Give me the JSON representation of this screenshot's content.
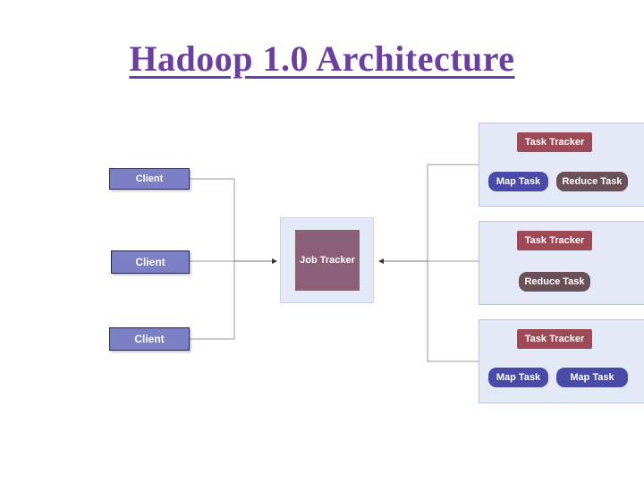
{
  "slide": {
    "title": "Hadoop 1.0 Architecture",
    "title_color": "#6b3fa0",
    "background": "#ffffff"
  },
  "palette": {
    "client_fill": "#7b80c4",
    "client_border": "#262a4f",
    "job_tracker_fill": "#8a5f77",
    "group_fill": "#e3e9f7",
    "group_border": "#b9c6e0",
    "task_tracker_fill": "#9e4a56",
    "map_task_fill": "#4a4aa8",
    "reduce_task_fill": "#6b5058",
    "connector_line": "#808080"
  },
  "diagram": {
    "clients": [
      {
        "label": "Client"
      },
      {
        "label": "Client"
      },
      {
        "label": "Client"
      }
    ],
    "job_tracker": {
      "label": "Job Tracker"
    },
    "task_tracker_groups": [
      {
        "tracker_label": "Task Tracker",
        "tasks": [
          {
            "label": "Map Task",
            "kind": "map"
          },
          {
            "label": "Reduce Task",
            "kind": "reduce"
          }
        ]
      },
      {
        "tracker_label": "Task Tracker",
        "tasks": [
          {
            "label": "Reduce Task",
            "kind": "reduce"
          }
        ]
      },
      {
        "tracker_label": "Task Tracker",
        "tasks": [
          {
            "label": "Map Task",
            "kind": "map"
          },
          {
            "label": "Map Task",
            "kind": "map"
          }
        ]
      }
    ]
  }
}
